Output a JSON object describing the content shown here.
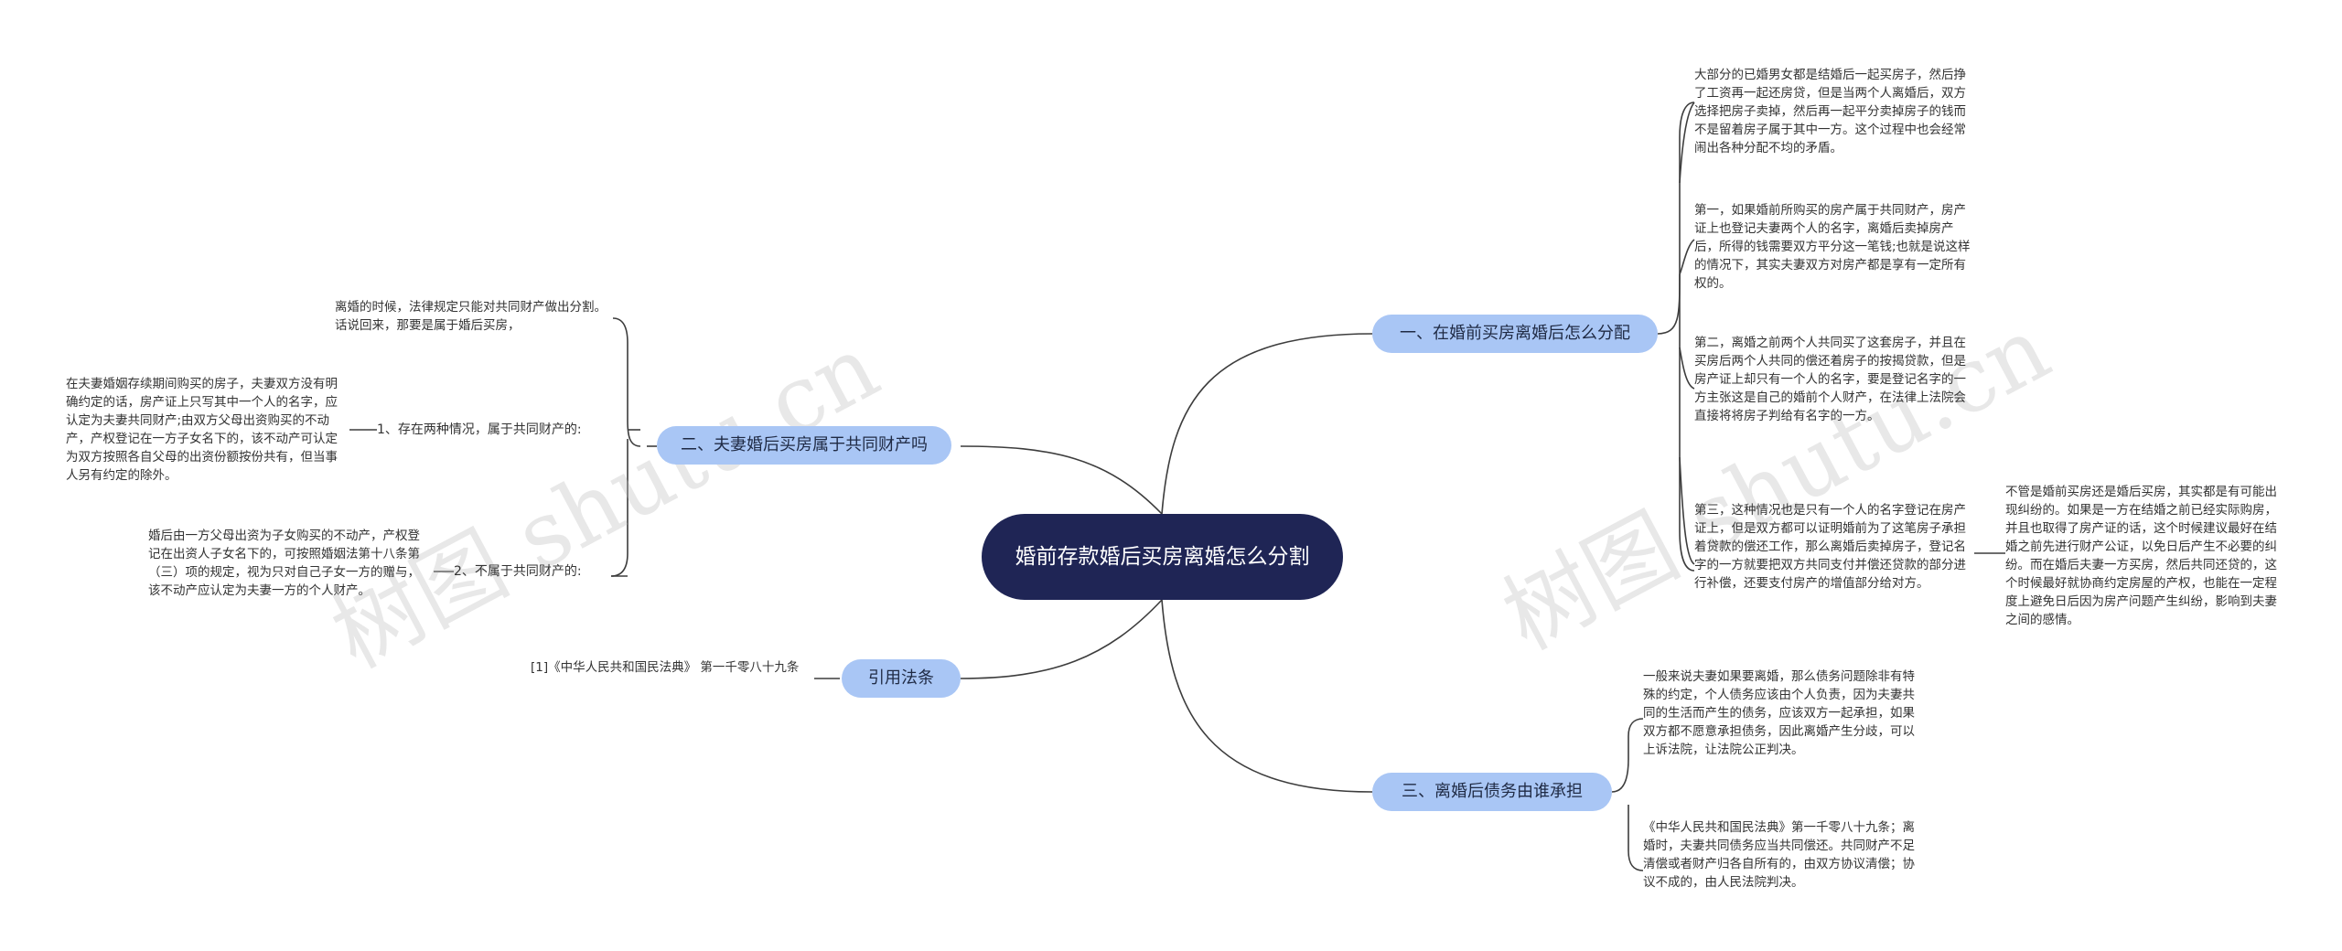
{
  "root": {
    "title": "婚前存款婚后买房离婚怎么分割"
  },
  "branches": {
    "b1": {
      "label": "一、在婚前买房离婚后怎么分配",
      "leaves": [
        "大部分的已婚男女都是结婚后一起买房子，然后挣了工资再一起还房贷，但是当两个人离婚后，双方选择把房子卖掉，然后再一起平分卖掉房子的钱而不是留着房子属于其中一方。这个过程中也会经常闹出各种分配不均的矛盾。",
        "第一，如果婚前所购买的房产属于共同财产，房产证上也登记夫妻两个人的名字，离婚后卖掉房产后，所得的钱需要双方平分这一笔钱;也就是说这样的情况下，其实夫妻双方对房产都是享有一定所有权的。",
        "第二，离婚之前两个人共同买了这套房子，并且在买房后两个人共同的偿还着房子的按揭贷款，但是房产证上却只有一个人的名字，要是登记名字的一方主张这是自己的婚前个人财产，在法律上法院会直接将将房子判给有名字的一方。",
        "第三，这种情况也是只有一个人的名字登记在房产证上，但是双方都可以证明婚前为了这笔房子承担着贷款的偿还工作，那么离婚后卖掉房子，登记名字的一方就要把双方共同支付并偿还贷款的部分进行补偿，还要支付房产的增值部分给对方。"
      ],
      "extra": "不管是婚前买房还是婚后买房，其实都是有可能出现纠纷的。如果是一方在结婚之前已经实际购房，并且也取得了房产证的话，这个时候建议最好在结婚之前先进行财产公证，以免日后产生不必要的纠纷。而在婚后夫妻一方买房，然后共同还贷的，这个时候最好就协商约定房屋的产权，也能在一定程度上避免日后因为房产问题产生纠纷，影响到夫妻之间的感情。"
    },
    "b2": {
      "label": "二、夫妻婚后买房属于共同财产吗",
      "intro": "离婚的时候，法律规定只能对共同财产做出分割。话说回来，那要是属于婚后买房，",
      "subs": [
        {
          "label": "1、存在两种情况，属于共同财产的:",
          "leaf": "在夫妻婚姻存续期间购买的房子，夫妻双方没有明确约定的话，房产证上只写其中一个人的名字，应认定为夫妻共同财产;由双方父母出资购买的不动产，产权登记在一方子女名下的，该不动产可认定为双方按照各自父母的出资份额按份共有，但当事人另有约定的除外。"
        },
        {
          "label": "2、不属于共同财产的:",
          "leaf": "婚后由一方父母出资为子女购买的不动产，产权登记在出资人子女名下的，可按照婚姻法第十八条第（三）项的规定，视为只对自己子女一方的赠与，该不动产应认定为夫妻一方的个人财产。"
        }
      ]
    },
    "b3": {
      "label": "三、离婚后债务由谁承担",
      "leaves": [
        "一般来说夫妻如果要离婚，那么债务问题除非有特殊的约定，个人债务应该由个人负责，因为夫妻共同的生活而产生的债务，应该双方一起承担，如果双方都不愿意承担债务，因此离婚产生分歧，可以上诉法院，让法院公正判决。",
        "《中华人民共和国民法典》第一千零八十九条；离婚时，夫妻共同债务应当共同偿还。共同财产不足清偿或者财产归各自所有的，由双方协议清偿；协议不成的，由人民法院判决。"
      ]
    },
    "b4": {
      "label": "引用法条",
      "leaf": "[1]《中华人民共和国民法典》 第一千零八十九条"
    }
  },
  "watermark": "树图 shutu.cn",
  "colors": {
    "root": "#1f2555",
    "branch": "#a9c6f5",
    "line": "#3d3d3d"
  }
}
